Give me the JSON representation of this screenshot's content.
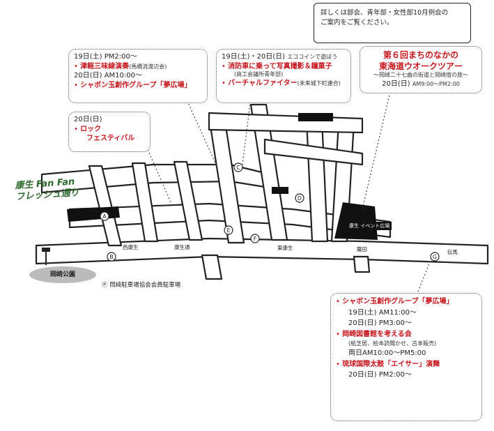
{
  "callout": {
    "line1": "詳しくは部会、青年部・女性部10月例会の",
    "line2": "ご案内をご覧ください。"
  },
  "box1": {
    "l1": "19日(土) PM2:00～",
    "l2": "津軽三味線演奏",
    "l2note": "(馬橋流渡辺会)",
    "l3": "20日(日) AM10:00～",
    "l4": "シャボン玉創作グループ「夢広場」"
  },
  "box2": {
    "l1": "19日(土)・20日(日)",
    "l1note": "エココインで遊ぼう",
    "l2": "消防車に乗って写真撮影＆鐘菓子",
    "l3": "(商工会議所青年部)",
    "l4": "バーチャルファイター",
    "l4note": "(未来城下町連合)"
  },
  "box3": {
    "l1": "第６回まちのなかの",
    "l2": "東海道ウオークツアー",
    "l3": "～岡崎二十七曲の街道と岡崎宿の旅～",
    "l4": "20日(日)",
    "l4b": "AM9:00～PM2:00"
  },
  "box4": {
    "l1": "20日(日)",
    "l2": "ロック",
    "l3": "フェスティバル"
  },
  "box5": {
    "e1": "シャボン玉創作グループ「夢広場」",
    "e1d1": "19日(土) AM11:00～",
    "e1d2": "20日(日) PM3:00～",
    "e2": "岡崎図書館を考える会",
    "e2d1": "(紙芝居、絵本読聞かせ、古本販売)",
    "e2d2": "両日AM10:00～PM5:00",
    "e3": "琉球国際太鼓「エイサー」演舞",
    "e3d1": "20日(日) PM2:00～"
  },
  "map": {
    "green_label": "康生 Fan Fan フレッシュ通り",
    "park": "岡崎公園",
    "parking": "Ⓟ 岡崎駐車場協会会員駐車場",
    "event_plaza": "康生 イベント広場",
    "stations": [
      "西康生",
      "康生通",
      "東康生",
      "籠田",
      "伝馬"
    ],
    "markers": [
      "A",
      "B",
      "C",
      "D",
      "E",
      "F",
      "G"
    ]
  },
  "colors": {
    "accent_red": "#c4161c",
    "green": "#2e6b2e",
    "road": "#ffffff",
    "outline": "#222222"
  }
}
